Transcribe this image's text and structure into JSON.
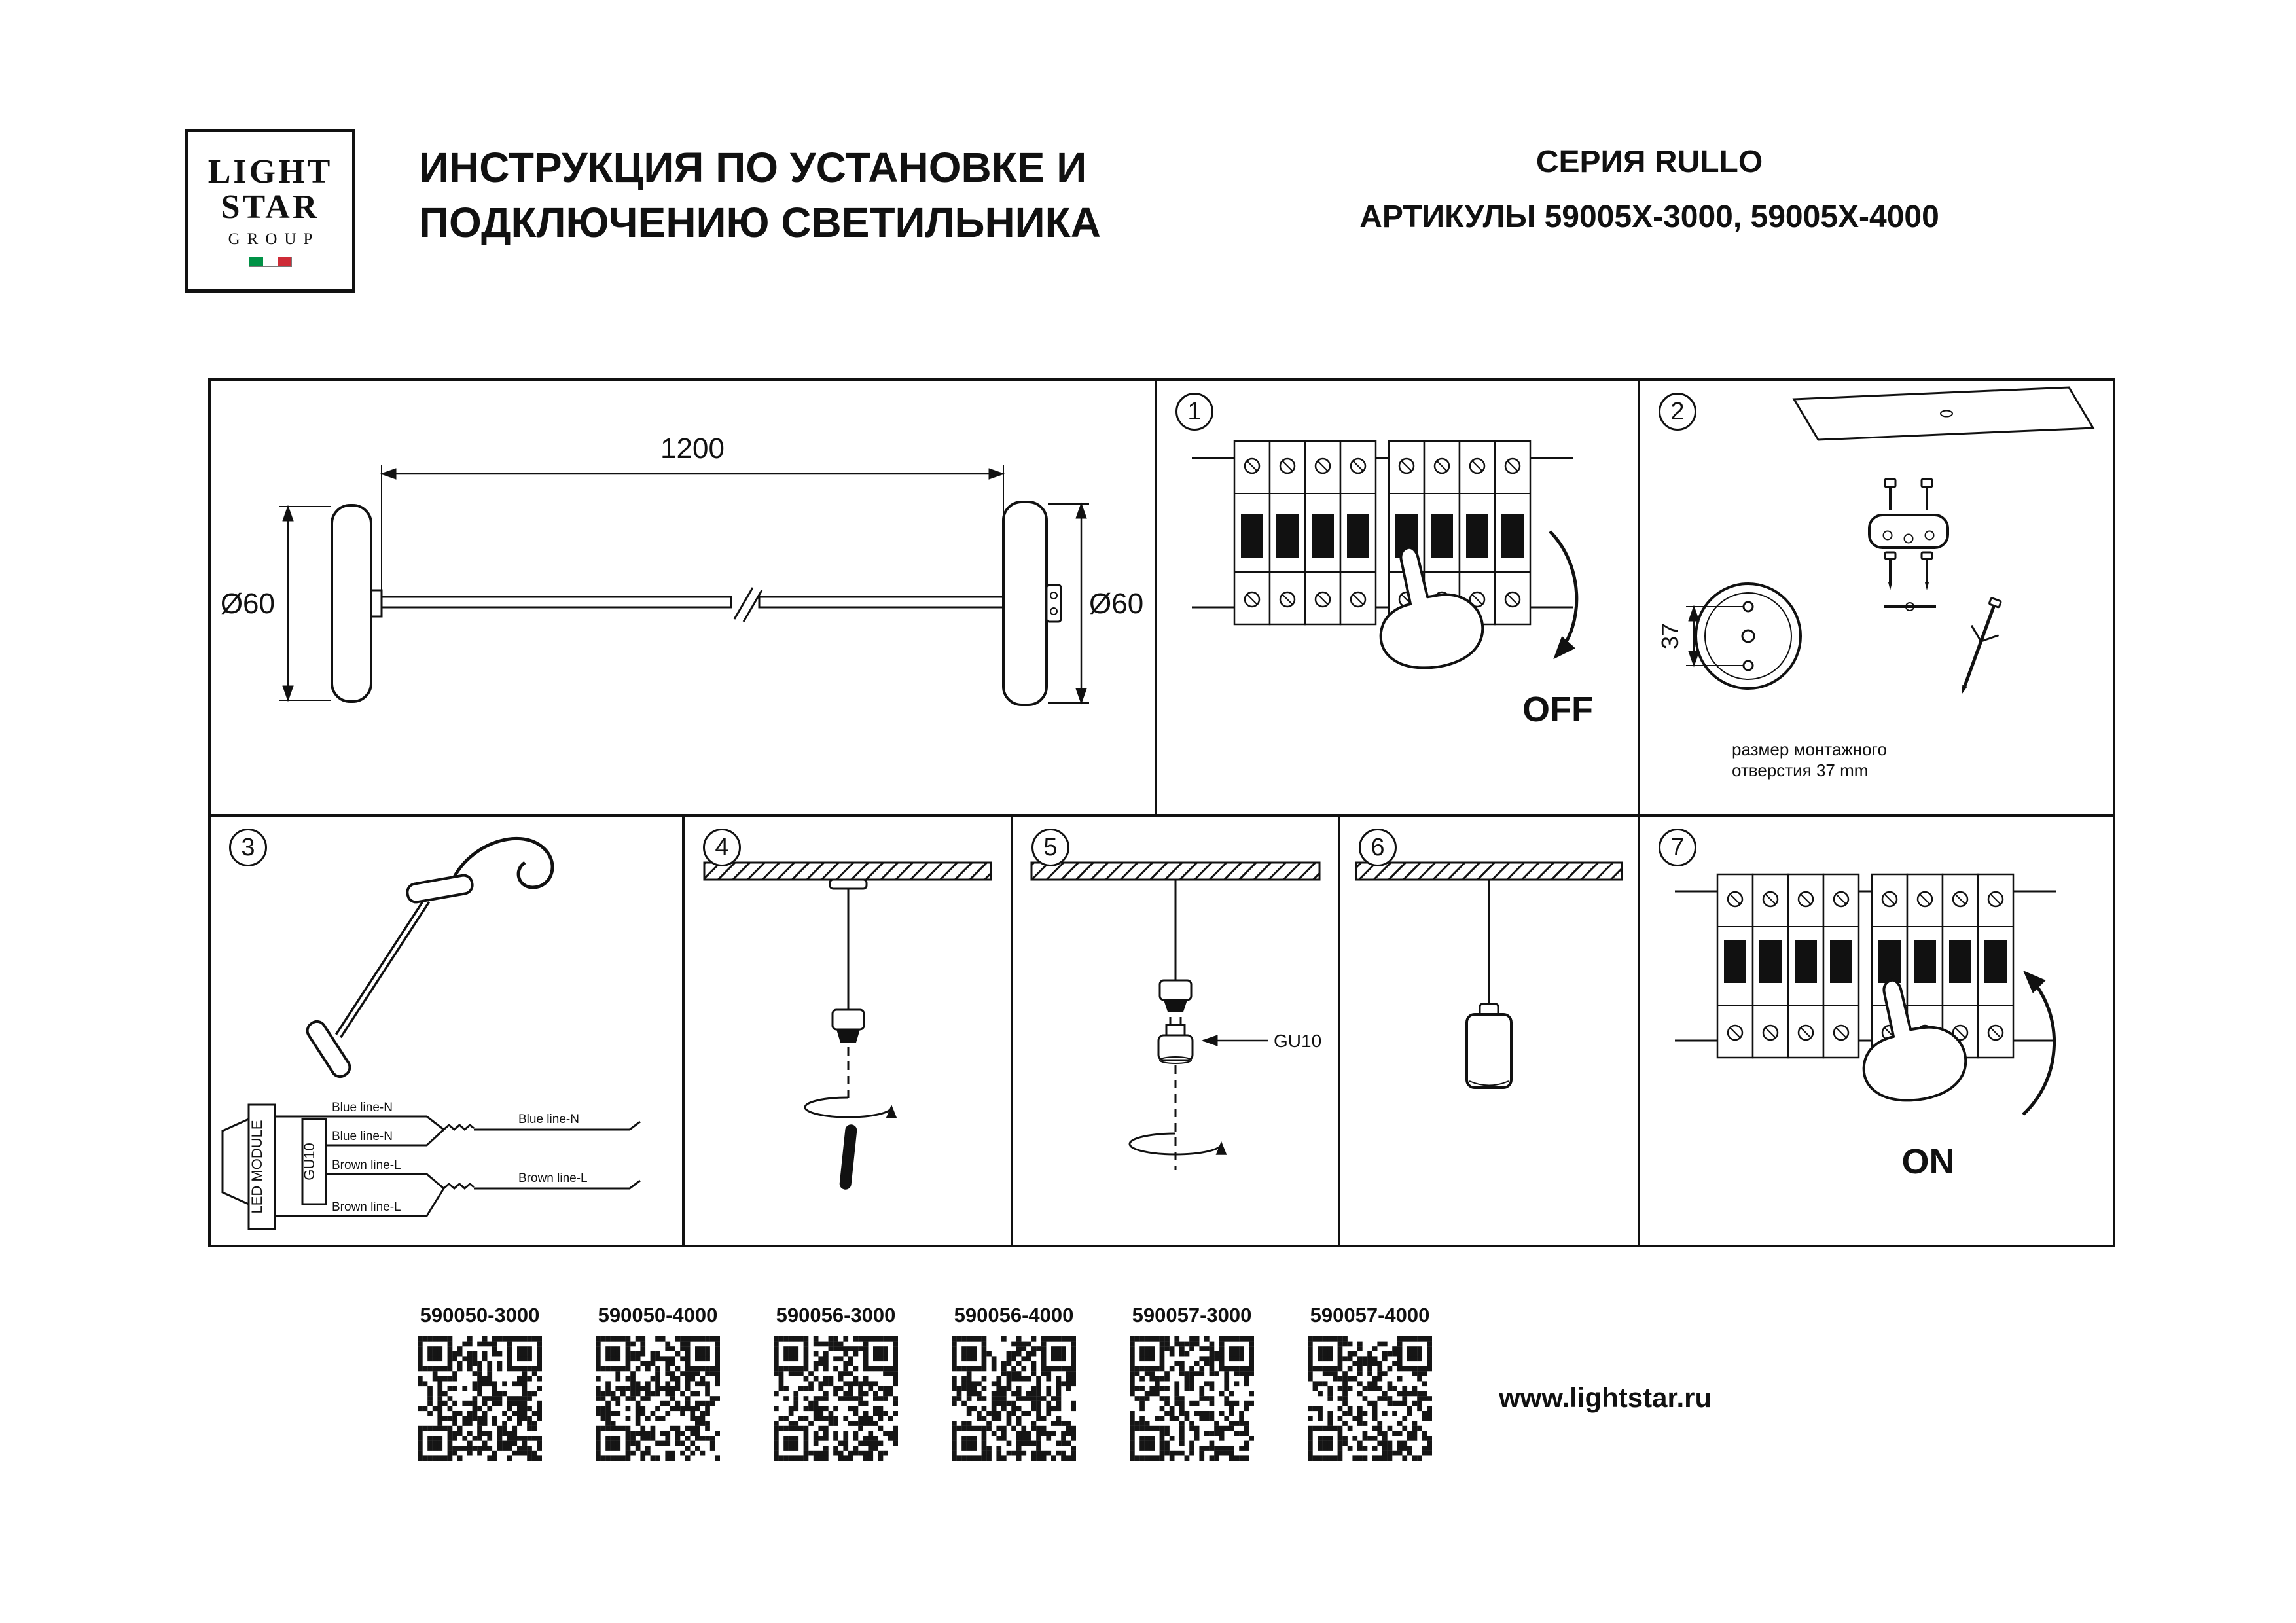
{
  "header": {
    "logo": {
      "line1": "LIGHT",
      "line2": "STAR",
      "line3": "GROUP"
    },
    "title": {
      "line1": "ИНСТРУКЦИЯ ПО УСТАНОВКЕ И",
      "line2": "ПОДКЛЮЧЕНИЮ СВЕТИЛЬНИКА"
    },
    "series": "СЕРИЯ RULLO",
    "articles": "АРТИКУЛЫ 59005X-3000, 59005X-4000"
  },
  "drawing": {
    "length": "1200",
    "left_diameter": "Ø60",
    "right_diameter": "Ø60"
  },
  "steps": {
    "s1": {
      "number": "1",
      "label": "OFF"
    },
    "s2": {
      "number": "2",
      "dim": "37",
      "caption1": "размер монтажного",
      "caption2": "отверстия 37 mm"
    },
    "s3": {
      "number": "3",
      "module": "LED MODULE",
      "socket": "GU10",
      "wire1": "Blue line-N",
      "wire2": "Blue line-N",
      "wire3": "Brown line-L",
      "wire4": "Brown line-L",
      "wire5": "Blue line-N",
      "wire6": "Brown line-L"
    },
    "s4": {
      "number": "4"
    },
    "s5": {
      "number": "5",
      "bulb": "GU10"
    },
    "s6": {
      "number": "6"
    },
    "s7": {
      "number": "7",
      "label": "ON"
    }
  },
  "footer": {
    "qr": [
      {
        "label": "590050-3000"
      },
      {
        "label": "590050-4000"
      },
      {
        "label": "590056-3000"
      },
      {
        "label": "590056-4000"
      },
      {
        "label": "590057-3000"
      },
      {
        "label": "590057-4000"
      }
    ],
    "website": "www.lightstar.ru"
  },
  "colors": {
    "ink": "#111111",
    "paper": "#ffffff",
    "flag_green": "#009246",
    "flag_red": "#ce2b37"
  }
}
